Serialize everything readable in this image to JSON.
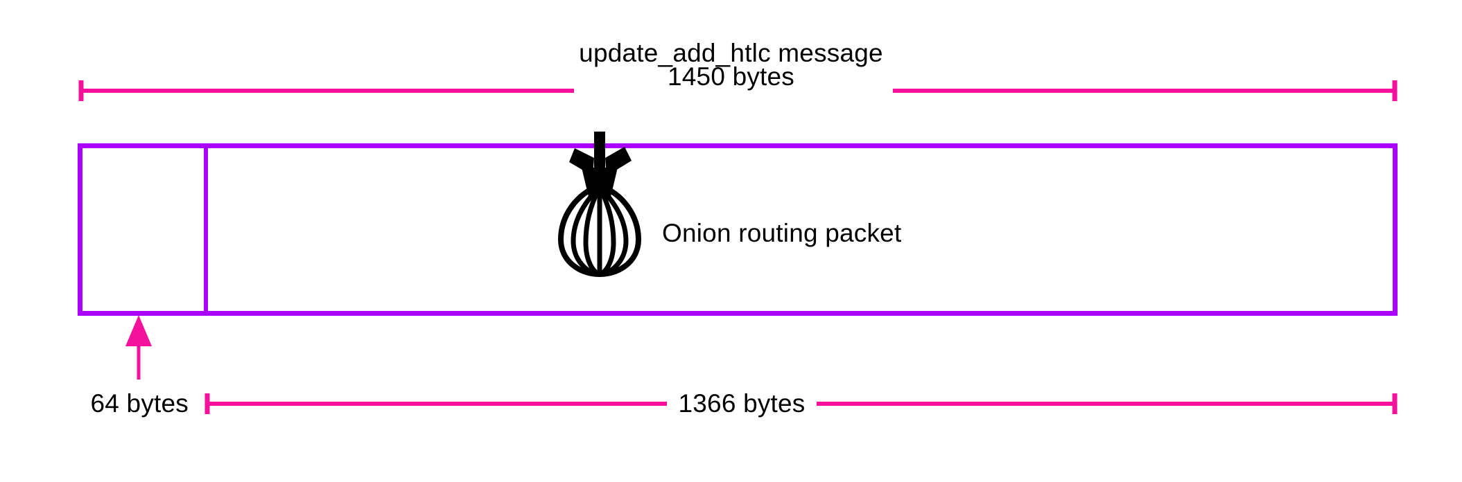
{
  "diagram": {
    "title_line1": "update_add_htlc message",
    "title_line2": "1450 bytes",
    "onion_label": "Onion routing packet",
    "left_field_size": "64 bytes",
    "right_field_size": "1366 bytes",
    "colors": {
      "box_stroke": "#AA00FF",
      "dimension_line": "#F5119B",
      "text": "#000000",
      "background": "#FFFFFF",
      "icon": "#000000"
    },
    "icons": {
      "onion": "onion-icon"
    },
    "measurements": {
      "total_bytes": 1450,
      "header_bytes": 64,
      "onion_packet_bytes": 1366
    }
  }
}
